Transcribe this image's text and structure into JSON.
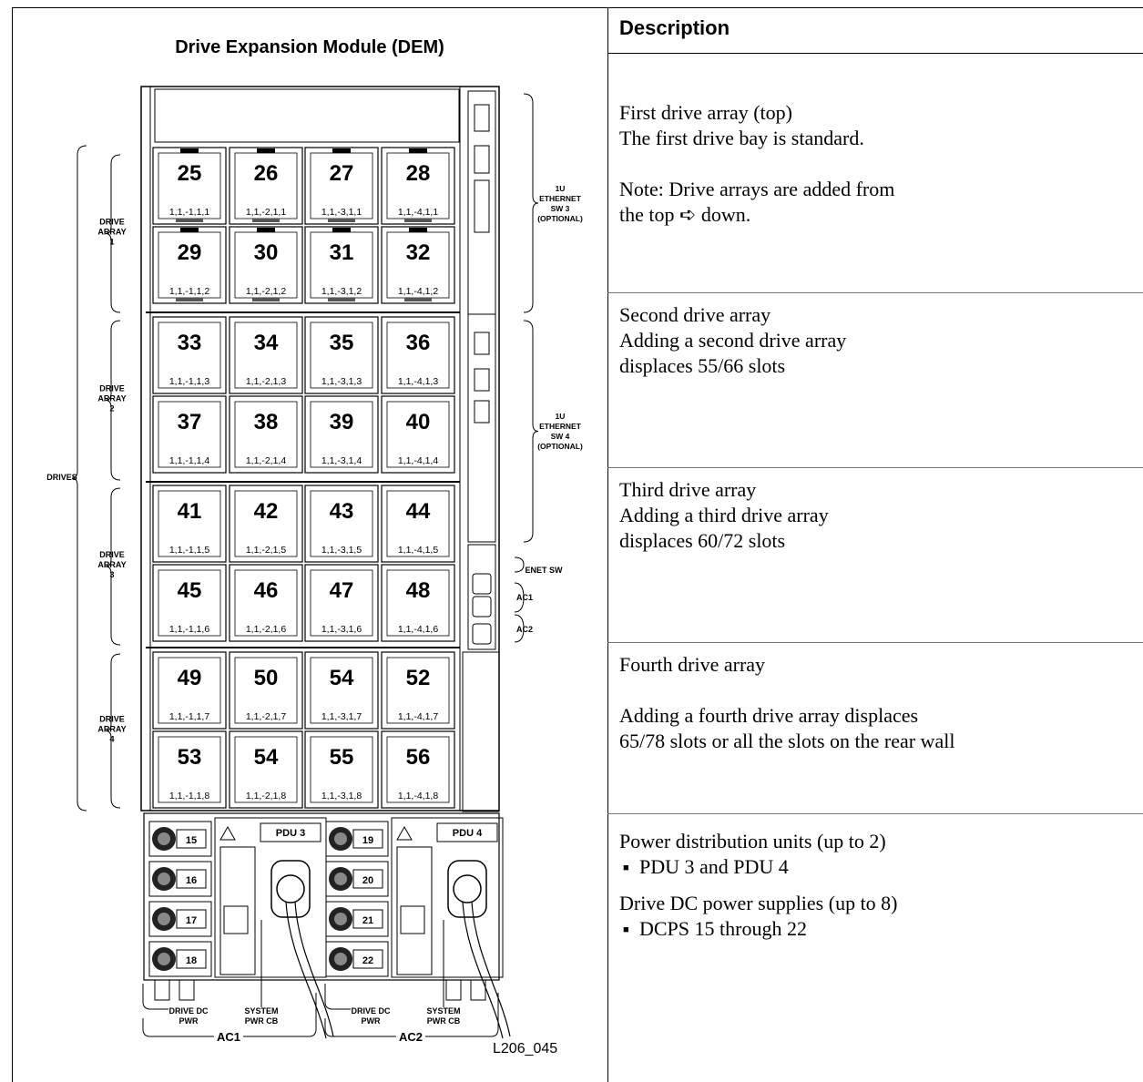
{
  "figure": {
    "title": "Drive Expansion Module (DEM)",
    "figure_id": "L206_045",
    "drive_rows": [
      {
        "numbers": [
          "25",
          "26",
          "27",
          "28"
        ],
        "addrs": [
          "1,1,-1,1,1",
          "1,1,-2,1,1",
          "1,1,-3,1,1",
          "1,1,-4,1,1"
        ]
      },
      {
        "numbers": [
          "29",
          "30",
          "31",
          "32"
        ],
        "addrs": [
          "1,1,-1,1,2",
          "1,1,-2,1,2",
          "1,1,-3,1,2",
          "1,1,-4,1,2"
        ]
      },
      {
        "numbers": [
          "33",
          "34",
          "35",
          "36"
        ],
        "addrs": [
          "1,1,-1,1,3",
          "1,1,-2,1,3",
          "1,1,-3,1,3",
          "1,1,-4,1,3"
        ]
      },
      {
        "numbers": [
          "37",
          "38",
          "39",
          "40"
        ],
        "addrs": [
          "1,1,-1,1,4",
          "1,1,-2,1,4",
          "1,1,-3,1,4",
          "1,1,-4,1,4"
        ]
      },
      {
        "numbers": [
          "41",
          "42",
          "43",
          "44"
        ],
        "addrs": [
          "1,1,-1,1,5",
          "1,1,-2,1,5",
          "1,1,-3,1,5",
          "1,1,-4,1,5"
        ]
      },
      {
        "numbers": [
          "45",
          "46",
          "47",
          "48"
        ],
        "addrs": [
          "1,1,-1,1,6",
          "1,1,-2,1,6",
          "1,1,-3,1,6",
          "1,1,-4,1,6"
        ]
      },
      {
        "numbers": [
          "49",
          "50",
          "54",
          "52"
        ],
        "addrs": [
          "1,1,-1,1,7",
          "1,1,-2,1,7",
          "1,1,-3,1,7",
          "1,1,-4,1,7"
        ]
      },
      {
        "numbers": [
          "53",
          "54",
          "55",
          "56"
        ],
        "addrs": [
          "1,1,-1,1,8",
          "1,1,-2,1,8",
          "1,1,-3,1,8",
          "1,1,-4,1,8"
        ]
      }
    ],
    "array_labels": [
      [
        "DRIVE",
        "ARRAY",
        "1"
      ],
      [
        "DRIVE",
        "ARRAY",
        "2"
      ],
      [
        "DRIVE",
        "ARRAY",
        "3"
      ],
      [
        "DRIVE",
        "ARRAY",
        "4"
      ]
    ],
    "drives_label": "DRIVES",
    "sw3_label": [
      "1U",
      "ETHERNET",
      "SW 3",
      "(OPTIONAL)"
    ],
    "sw4_label": [
      "1U",
      "ETHERNET",
      "SW 4",
      "(OPTIONAL)"
    ],
    "enet_label": "ENET SW",
    "ac1_small": "AC1",
    "ac2_small": "AC2",
    "dcps_left": [
      "15",
      "16",
      "17",
      "18"
    ],
    "dcps_right": [
      "19",
      "20",
      "21",
      "22"
    ],
    "pdu_left": "PDU 3",
    "pdu_right": "PDU 4",
    "bottom_labels": {
      "drive_dc": [
        "DRIVE DC",
        "PWR"
      ],
      "system_cb": [
        "SYSTEM",
        "PWR CB"
      ],
      "ac1": "AC1",
      "ac2": "AC2"
    }
  },
  "description": {
    "header": "Description",
    "rows": [
      {
        "lines": [
          "First drive array (top)",
          "The first drive bay is standard.",
          "",
          "Note: Drive arrays are added from",
          "the top ➪ down."
        ]
      },
      {
        "lines": [
          "Second drive array",
          "Adding a second drive array",
          "displaces 55/66 slots"
        ]
      },
      {
        "lines": [
          "Third drive array",
          "Adding a third drive array",
          "displaces 60/72 slots"
        ]
      },
      {
        "lines": [
          "Fourth drive array",
          "",
          "Adding a fourth drive array displaces",
          "65/78 slots or all the slots on the rear wall"
        ]
      },
      {
        "lines": [
          "Power distribution units (up to 2)"
        ],
        "bullets": [
          "PDU 3 and PDU 4"
        ],
        "lines2": [
          "Drive DC power supplies (up to 8)"
        ],
        "bullets2": [
          "DCPS 15 through 22"
        ]
      }
    ]
  }
}
